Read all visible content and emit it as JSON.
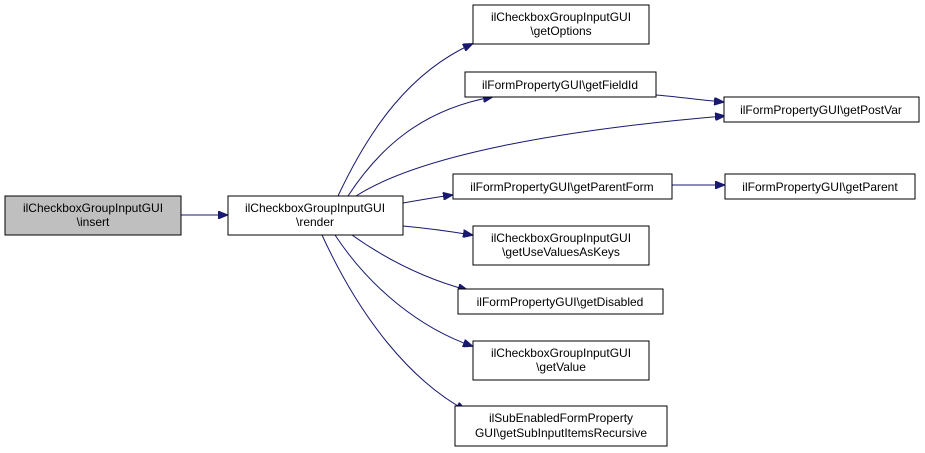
{
  "colors": {
    "edge": "#191970",
    "node_fill": "#ffffff",
    "node_highlight_fill": "#bfbfbf",
    "node_border": "#000000"
  },
  "nodes": {
    "insert": {
      "line1": "ilCheckboxGroupInputGUI",
      "line2": "\\insert",
      "highlighted": true
    },
    "render": {
      "line1": "ilCheckboxGroupInputGUI",
      "line2": "\\render"
    },
    "get_options": {
      "line1": "ilCheckboxGroupInputGUI",
      "line2": "\\getOptions"
    },
    "get_field_id": {
      "line1": "ilFormPropertyGUI\\getFieldId"
    },
    "get_post_var": {
      "line1": "ilFormPropertyGUI\\getPostVar"
    },
    "get_parent_form": {
      "line1": "ilFormPropertyGUI\\getParentForm"
    },
    "get_parent": {
      "line1": "ilFormPropertyGUI\\getParent"
    },
    "get_use_values_as_keys": {
      "line1": "ilCheckboxGroupInputGUI",
      "line2": "\\getUseValuesAsKeys"
    },
    "get_disabled": {
      "line1": "ilFormPropertyGUI\\getDisabled"
    },
    "get_value": {
      "line1": "ilCheckboxGroupInputGUI",
      "line2": "\\getValue"
    },
    "get_sub_input_items_recursive": {
      "line1": "ilSubEnabledFormProperty",
      "line2": "GUI\\getSubInputItemsRecursive"
    }
  },
  "edges": [
    {
      "from": "insert",
      "to": "render"
    },
    {
      "from": "render",
      "to": "get_options"
    },
    {
      "from": "render",
      "to": "get_field_id"
    },
    {
      "from": "render",
      "to": "get_post_var"
    },
    {
      "from": "render",
      "to": "get_parent_form"
    },
    {
      "from": "render",
      "to": "get_use_values_as_keys"
    },
    {
      "from": "render",
      "to": "get_disabled"
    },
    {
      "from": "render",
      "to": "get_value"
    },
    {
      "from": "render",
      "to": "get_sub_input_items_recursive"
    },
    {
      "from": "get_field_id",
      "to": "get_post_var"
    },
    {
      "from": "get_parent_form",
      "to": "get_parent"
    }
  ]
}
